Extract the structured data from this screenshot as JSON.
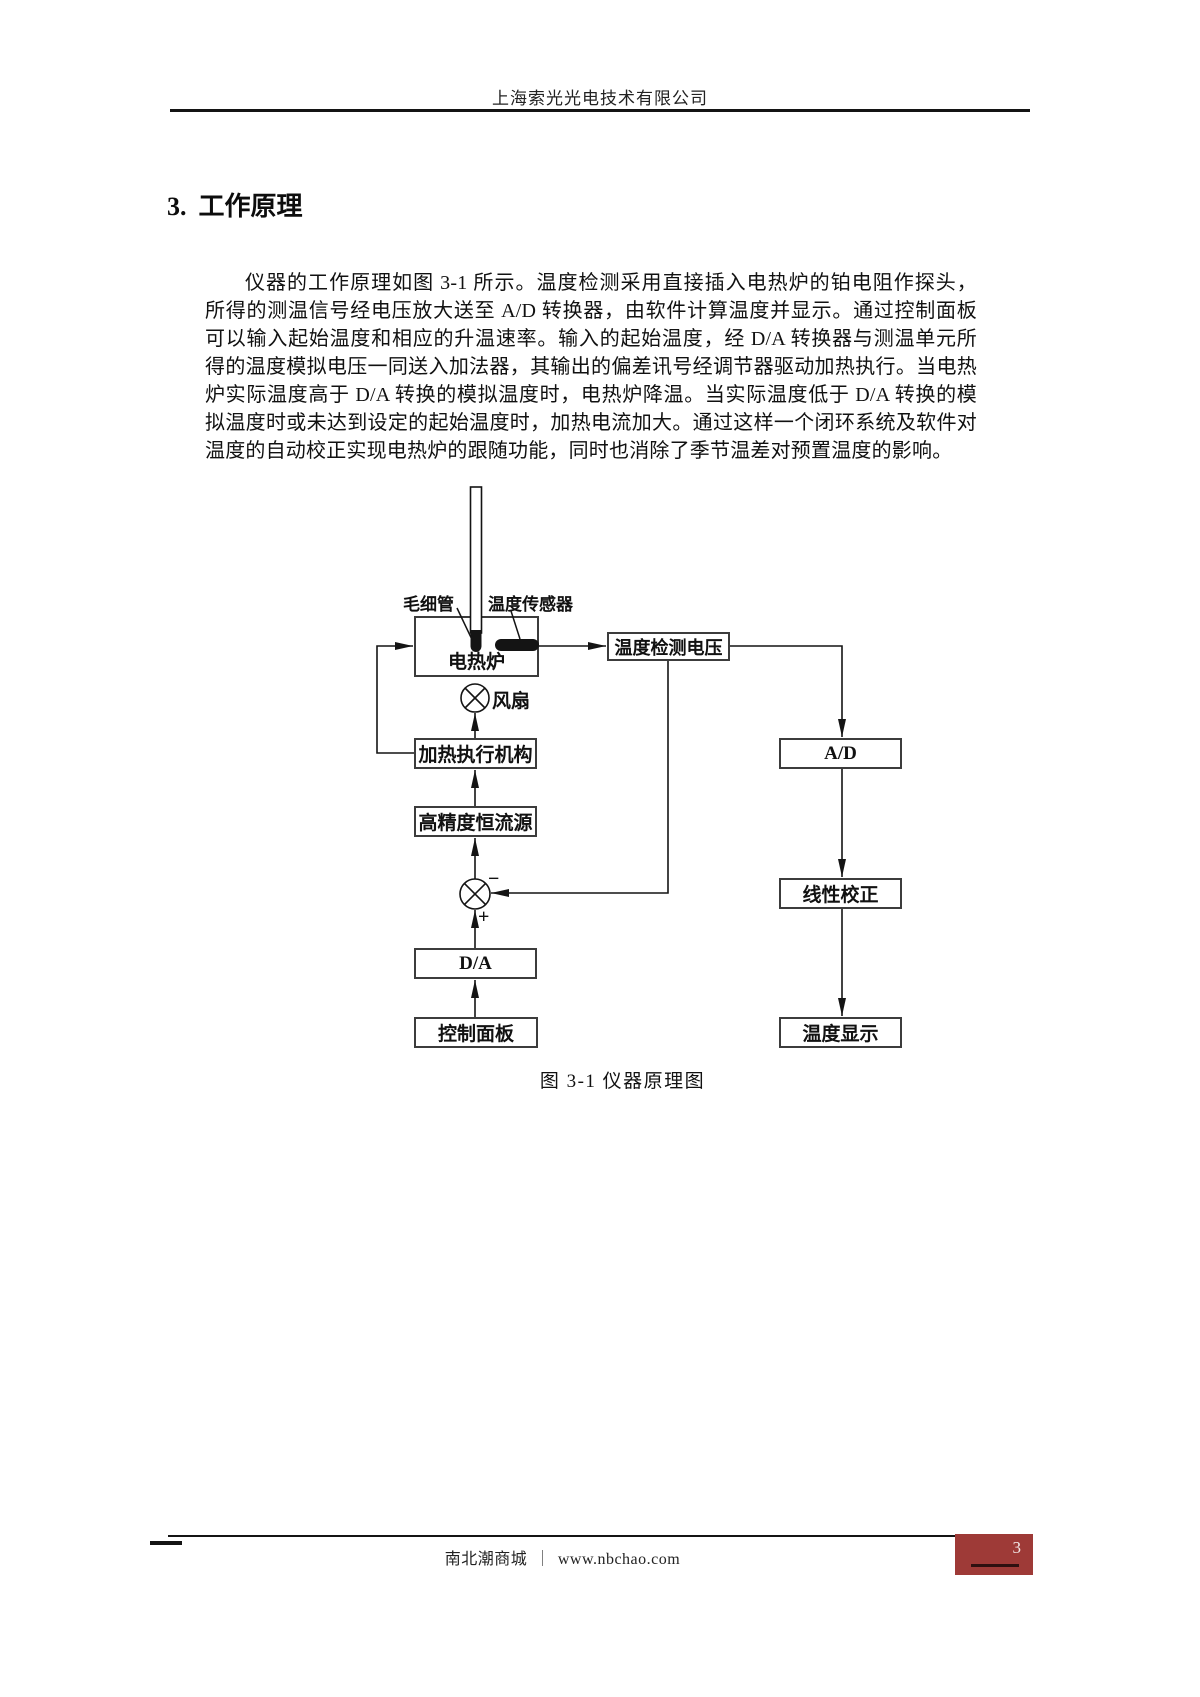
{
  "header": {
    "company": "上海索光光电技术有限公司"
  },
  "section": {
    "number": "3.",
    "title": "工作原理"
  },
  "paragraph_lines": [
    "仪器的工作原理如图 3-1 所示。温度检测采用直接插入电热炉的铂电阻作探头，",
    "所得的测温信号经电压放大送至 A/D 转换器，由软件计算温度并显示。通过控制面板",
    "可以输入起始温度和相应的升温速率。输入的起始温度，经 D/A 转换器与测温单元所",
    "得的温度模拟电压一同送入加法器，其输出的偏差讯号经调节器驱动加热执行。当电热",
    "炉实际温度高于 D/A 转换的模拟温度时，电热炉降温。当实际温度低于 D/A 转换的模",
    "拟温度时或未达到设定的起始温度时，加热电流加大。通过这样一个闭环系统及软件对",
    "温度的自动校正实现电热炉的跟随功能，同时也消除了季节温差对预置温度的影响。"
  ],
  "figure": {
    "caption": "图 3-1 仪器原理图",
    "labels": {
      "capillary": "毛细管",
      "sensor": "温度传感器",
      "furnace": "电热炉",
      "fan": "风扇",
      "minus": "−",
      "plus": "+"
    },
    "boxes": {
      "temp_voltage": "温度检测电压",
      "ad_converter": "A/D",
      "linear_correction": "线性校正",
      "temp_display": "温度显示",
      "heating_actuator": "加热执行机构",
      "constant_current_source": "高精度恒流源",
      "da_converter": "D/A",
      "control_panel": "控制面板"
    }
  },
  "footer": {
    "site_name": "南北潮商城",
    "separator": "｜",
    "url": "www.nbchao.com",
    "page_number": "3"
  },
  "colors": {
    "accent_red": "#9e3a37",
    "ink": "#141414"
  }
}
